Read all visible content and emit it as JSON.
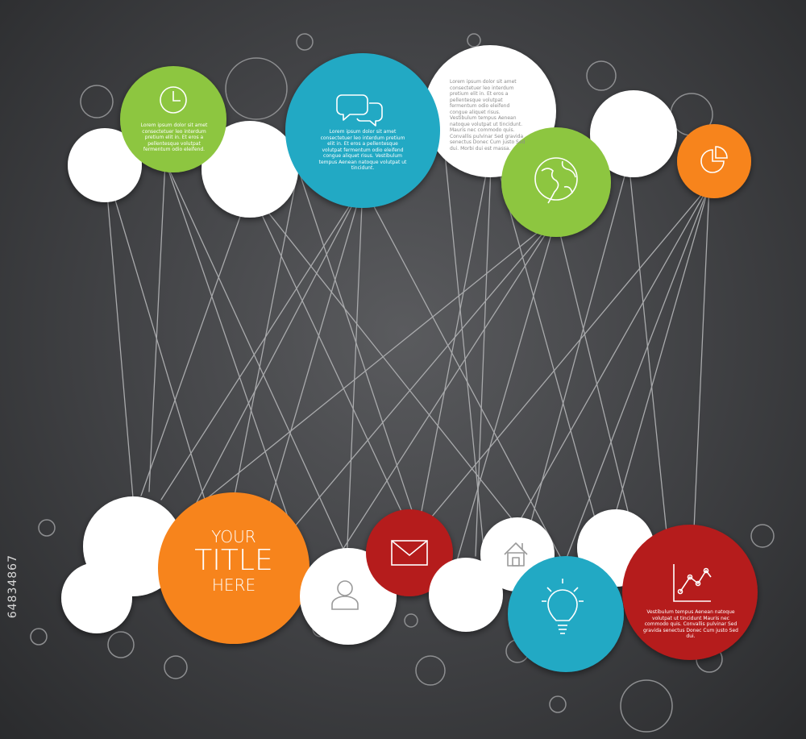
{
  "diagram": {
    "title_lines": [
      "YOUR",
      "TITLE",
      "HERE"
    ],
    "clock_text": "Lorem ipsum dolor sit amet consectetuer leo interdum pretium elit in. Et eros a pellentesque volutpat fermentum odio eleifend.",
    "chat_text": "Lorem ipsum dolor sit amet consectetuer leo interdum pretium elit in. Et eros a pellentesque volutpat fermentum odio eleifend congue aliquet risus. Vestibulum tempus Aenean natoque volutpat ut tincidunt.",
    "white_top_text": "Lorem ipsum dolor sit amet consectetuer leo interdum pretium elit in. Et eros a pellentesque volutpat fermentum odio eleifend congue aliquet risus. Vestibulum tempus Aenean natoque volutpat ut tincidunt. Mauris nec commodo quis. Convallis pulvinar Sed gravida senectus Donec Cum justo Sed dui. Morbi dui est massa.",
    "chart_text": "Vestibulum tempus Aenean natoque volutpat ut tincidunt Mauris nec commodo quis. Convallis pulvinar Sed gravida senectus Donec Cum justo Sed dui."
  },
  "watermark": {
    "stock_id": "64834867"
  },
  "icons": [
    "clock-icon",
    "chat-icon",
    "globe-icon",
    "pie-chart-icon",
    "mail-icon",
    "user-icon",
    "home-icon",
    "lightbulb-icon",
    "line-chart-icon"
  ],
  "colors": {
    "green": "#8dc63f",
    "blue": "#23a9c4",
    "orange": "#f7841f",
    "red": "#b51a1a",
    "white": "#ffffff",
    "background": "#444548"
  }
}
